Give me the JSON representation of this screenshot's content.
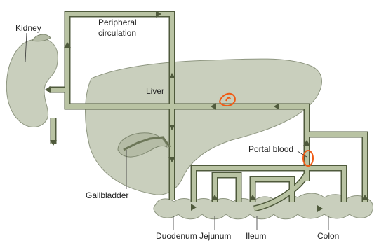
{
  "labels": {
    "kidney": "Kidney",
    "peripheral_line1": "Peripheral",
    "peripheral_line2": "circulation",
    "liver": "Liver",
    "portal_blood": "Portal blood",
    "gallbladder": "Gallbladder",
    "duodenum": "Duodenum",
    "jejunum": "Jejunum",
    "ileum": "Ileum",
    "colon": "Colon"
  },
  "colors": {
    "vessel_outline": "#4f5a3c",
    "vessel_fill": "#b9c3a3",
    "organ_fill": "#c9cfbd",
    "highlight_marker": "#f05a14"
  }
}
